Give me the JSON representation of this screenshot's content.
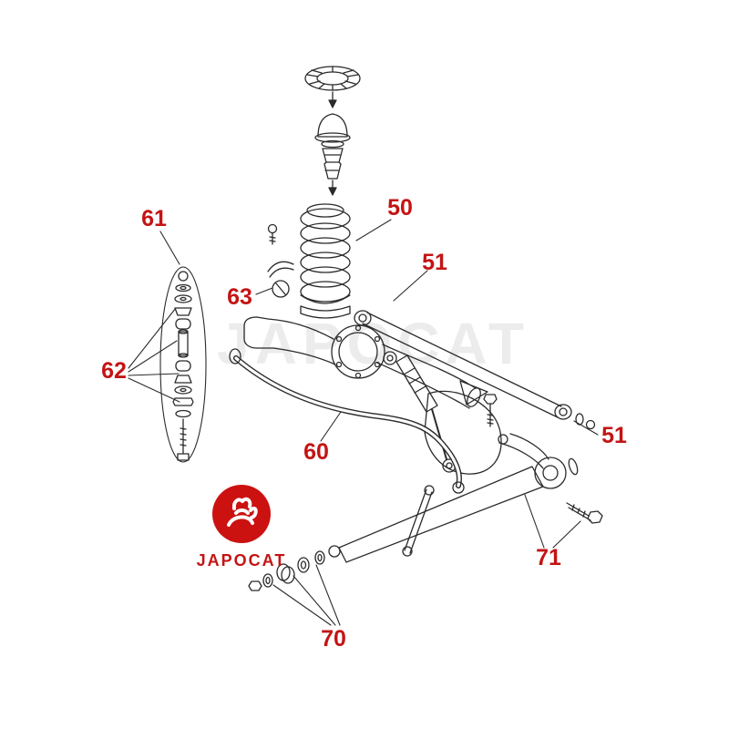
{
  "watermark": "JAPOCAT",
  "logo": {
    "text": "JAPOCAT"
  },
  "colors": {
    "label_red": "#c41414",
    "logo_red": "#cc1111",
    "line": "#2b2b2b",
    "watermark_gray": "#ececec"
  },
  "labels": {
    "coil_spring": "50",
    "lateral_rod_upper": "51",
    "lateral_rod_lower": "51",
    "stabilizer_bar": "60",
    "stabilizer_link_assembly": "61",
    "stabilizer_link_parts": "62",
    "stabilizer_bushing": "63",
    "trailing_arm_parts": "70",
    "trailing_arm": "71"
  }
}
